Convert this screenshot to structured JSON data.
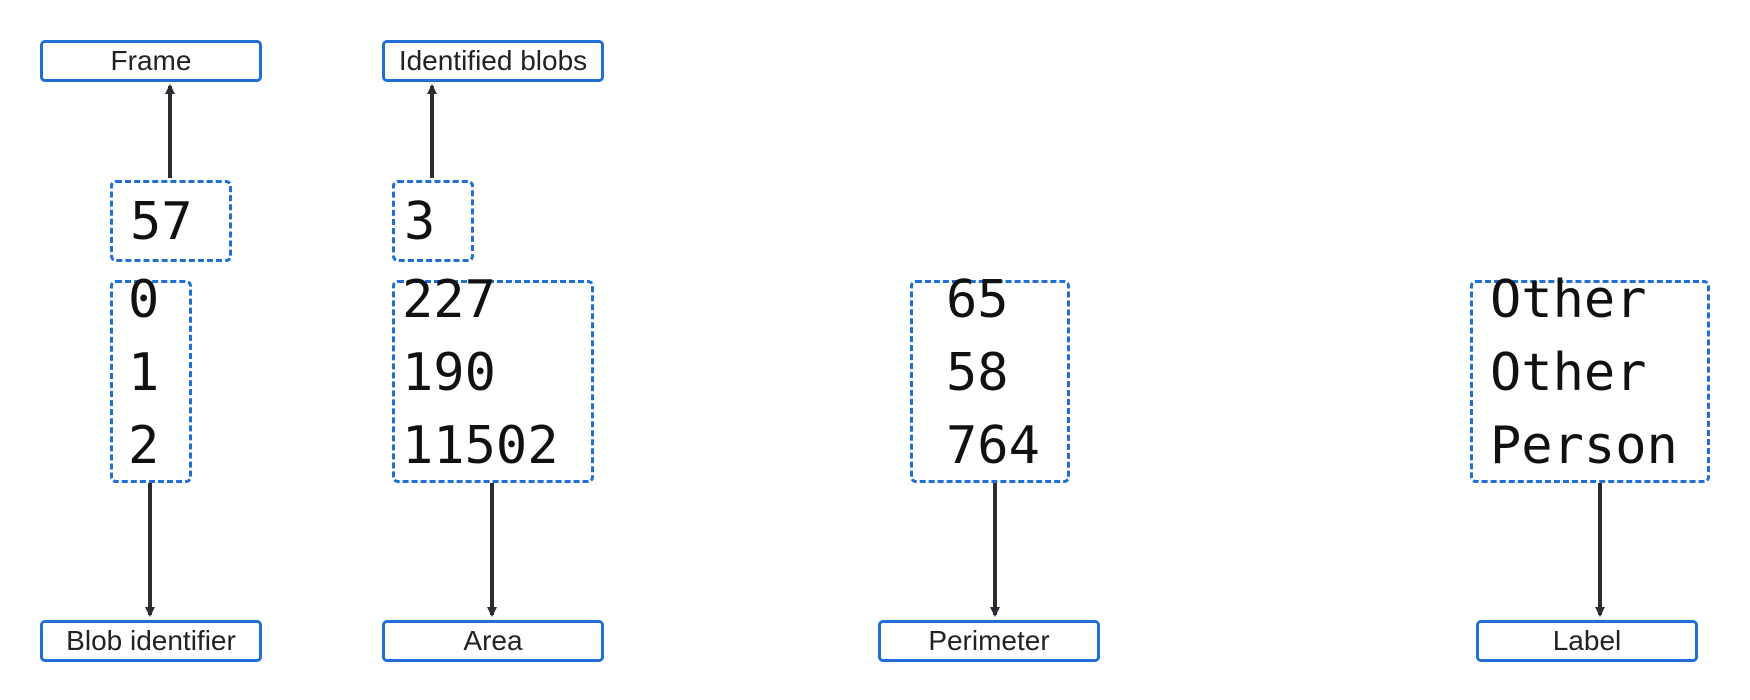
{
  "labels": {
    "frame": "Frame",
    "identified_blobs": "Identified blobs",
    "blob_identifier": "Blob identifier",
    "area": "Area",
    "perimeter": "Perimeter",
    "label": "Label"
  },
  "header_values": {
    "frame": "57",
    "blob_count": "3"
  },
  "rows": [
    {
      "id": "0",
      "area": "227",
      "perimeter": "65",
      "label": "Other"
    },
    {
      "id": "1",
      "area": "190",
      "perimeter": "58",
      "label": "Other"
    },
    {
      "id": "2",
      "area": "11502",
      "perimeter": "764",
      "label": "Person"
    }
  ],
  "colors": {
    "accent": "#1f6fd6",
    "arrow": "#2b2b33"
  }
}
